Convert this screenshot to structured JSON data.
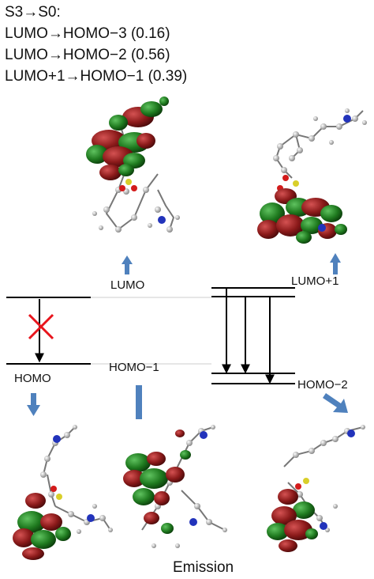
{
  "transitions": {
    "header": "S3→S0:",
    "lines": [
      "LUMO→HOMO−3 (0.16)",
      "LUMO→HOMO−2 (0.56)",
      "LUMO+1→HOMO−1 (0.39)"
    ]
  },
  "levels": {
    "lumo": "LUMO",
    "lumo_plus_1": "LUMO+1",
    "homo": "HOMO",
    "homo_minus_1": "HOMO−1",
    "homo_minus_2": "HOMO−2"
  },
  "caption": "Emission",
  "colors": {
    "lobe_green": "#1f7a1f",
    "lobe_red": "#8b1a1a",
    "arrow_blue": "#4f81bd",
    "cross_red": "#e8141c",
    "level_line": "#000000"
  }
}
